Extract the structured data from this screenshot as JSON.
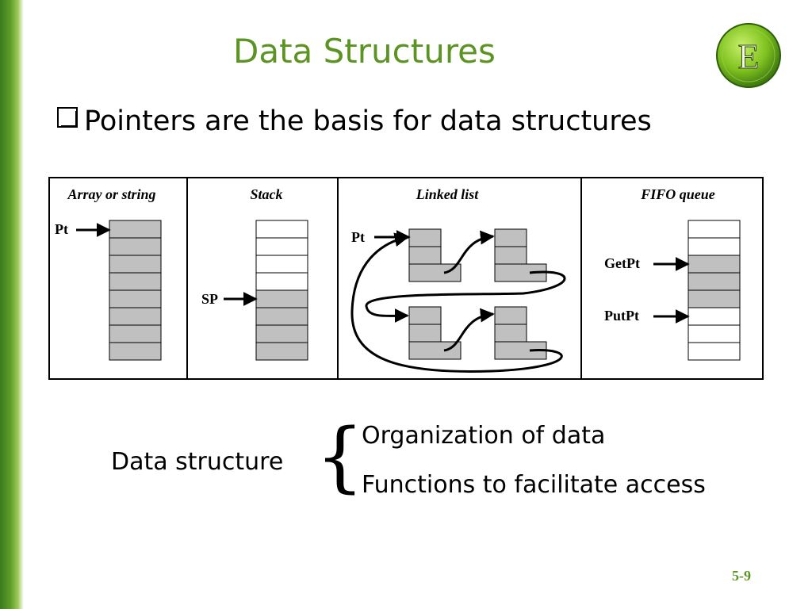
{
  "slide": {
    "title": "Data Structures",
    "bullet": "Pointers are the basis for data structures",
    "page_number": "5-9",
    "accent_color": "#5b9422"
  },
  "logo": {
    "letter": "E",
    "icon": "texas-e-logo-icon"
  },
  "diagram": {
    "panels": [
      {
        "title": "Array or string",
        "pointers": [
          "Pt"
        ]
      },
      {
        "title": "Stack",
        "pointers": [
          "SP"
        ]
      },
      {
        "title": "Linked list",
        "pointers": [
          "Pt"
        ]
      },
      {
        "title": "FIFO queue",
        "pointers": [
          "GetPt",
          "PutPt"
        ]
      }
    ],
    "filled_color": "#c0c0c0"
  },
  "definition": {
    "term": "Data structure",
    "items": [
      "Organization of data",
      "Functions to facilitate access"
    ]
  }
}
